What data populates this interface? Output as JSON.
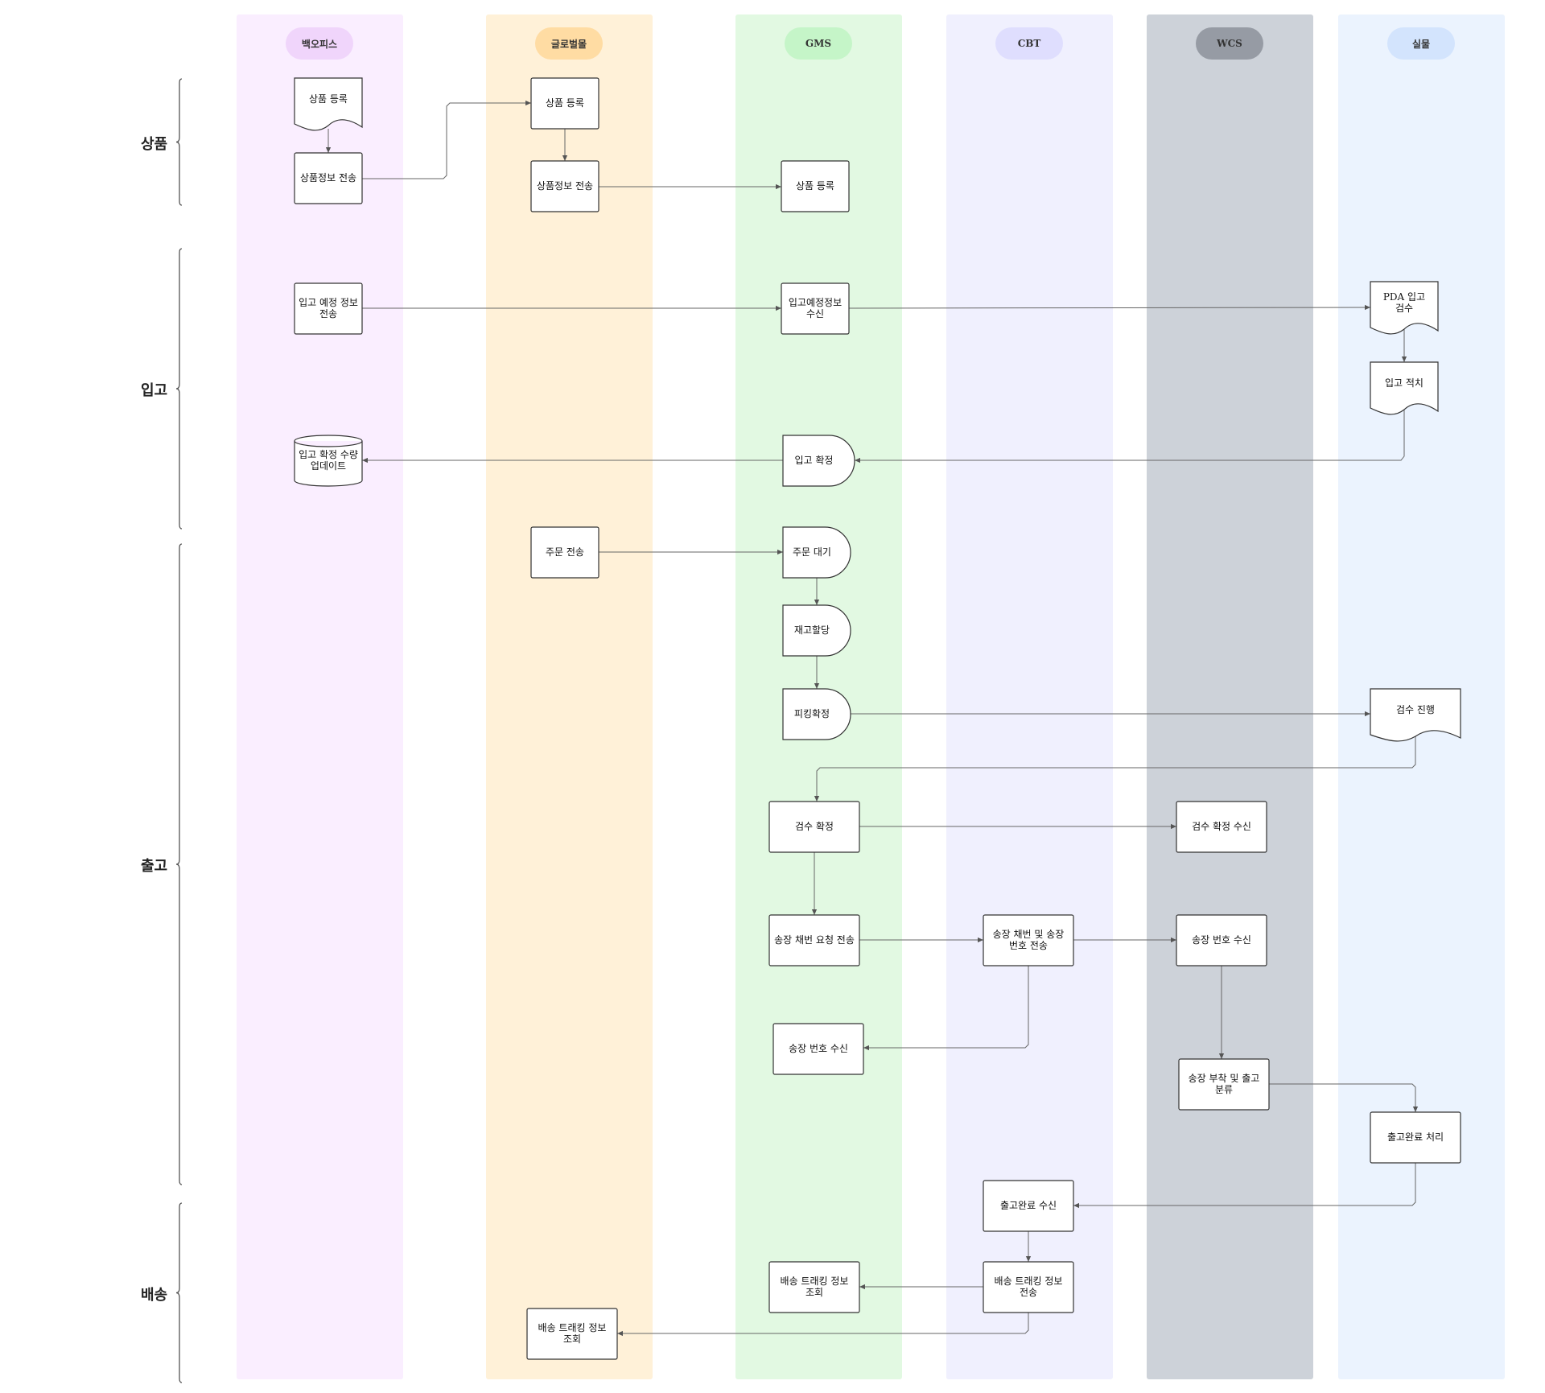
{
  "lanes": [
    {
      "id": "bo",
      "label": "백오피스",
      "bg": "#faeeff",
      "pill": "#f0d5fb"
    },
    {
      "id": "gl",
      "label": "글로벌몰",
      "bg": "#fff1d8",
      "pill": "#ffdca3"
    },
    {
      "id": "gms",
      "label": "GMS",
      "bg": "#e2f9e2",
      "pill": "#c5f5c8"
    },
    {
      "id": "cbt",
      "label": "CBT",
      "bg": "#f0f0fe",
      "pill": "#dfdefe"
    },
    {
      "id": "wcs",
      "label": "WCS",
      "bg": "#cdd2d9",
      "pill": "#969ba4"
    },
    {
      "id": "real",
      "label": "실물",
      "bg": "#ebf3fe",
      "pill": "#d3e4fd"
    }
  ],
  "phases": [
    {
      "id": "product",
      "label": "상품"
    },
    {
      "id": "inbound",
      "label": "입고"
    },
    {
      "id": "outbound",
      "label": "출고"
    },
    {
      "id": "delivery",
      "label": "배송"
    }
  ],
  "nodes": {
    "bo_reg": "상품 등록",
    "bo_send": "상품정보 전송",
    "gl_reg": "상품 등록",
    "gl_send": "상품정보 전송",
    "gms_reg": "상품 등록",
    "bo_inplan": "입고 예정 정보\n전송",
    "gms_inplan": "입고예정정보\n수신",
    "real_pda": "PDA 입고\n검수",
    "real_stack": "입고 적치",
    "gms_inconf": "입고 확정",
    "bo_qty": "입고 확정 수량\n업데이트",
    "gl_order": "주문 전송",
    "gms_wait": "주문 대기",
    "gms_alloc": "재고할당",
    "gms_pick": "피킹확정",
    "real_inspect": "검수 진행",
    "gms_insconf": "검수 확정",
    "wcs_insrecv": "검수 확정 수신",
    "gms_invreq": "송장 채번 요청 전송",
    "cbt_inv": "송장 채번 및 송장\n번호 전송",
    "wcs_invrecv": "송장 번호 수신",
    "gms_invrecv": "송장 번호 수신",
    "wcs_attach": "송장 부착 및 출고\n분류",
    "real_done": "출고완료 처리",
    "cbt_donerecv": "출고완료 수신",
    "cbt_track": "배송 트래킹 정보\n전송",
    "gms_track": "배송 트래킹 정보\n조회",
    "gl_track": "배송 트래킹 정보\n조회"
  }
}
